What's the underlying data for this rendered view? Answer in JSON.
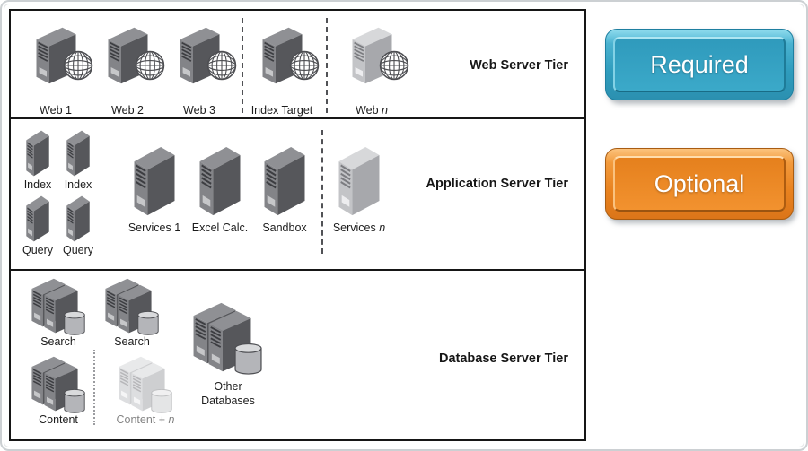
{
  "diagram": {
    "tiers": [
      {
        "title": "Web Server Tier",
        "items": [
          {
            "label": "Web 1"
          },
          {
            "label": "Web 2"
          },
          {
            "label": "Web 3"
          },
          {
            "label": "Index Target"
          },
          {
            "label": "Web ",
            "suffix": "n"
          }
        ]
      },
      {
        "title": "Application Server Tier",
        "items": [
          {
            "label": "Index"
          },
          {
            "label": "Index"
          },
          {
            "label": "Query"
          },
          {
            "label": "Query"
          },
          {
            "label": "Services 1"
          },
          {
            "label": "Excel Calc."
          },
          {
            "label": "Sandbox"
          },
          {
            "label": "Services ",
            "suffix": "n"
          }
        ]
      },
      {
        "title": "Database Server Tier",
        "items": [
          {
            "label": "Search"
          },
          {
            "label": "Search"
          },
          {
            "label": "Content"
          },
          {
            "label": "Content + ",
            "suffix": "n"
          },
          {
            "label": "Other",
            "label2": "Databases"
          }
        ]
      }
    ]
  },
  "legend": {
    "required_label": "Required",
    "optional_label": "Optional"
  },
  "colors": {
    "required": "#35a0c2",
    "optional": "#e8831f",
    "server_dark": "#56575b",
    "server_light": "#c3c4c7",
    "tier_border": "#161616"
  }
}
